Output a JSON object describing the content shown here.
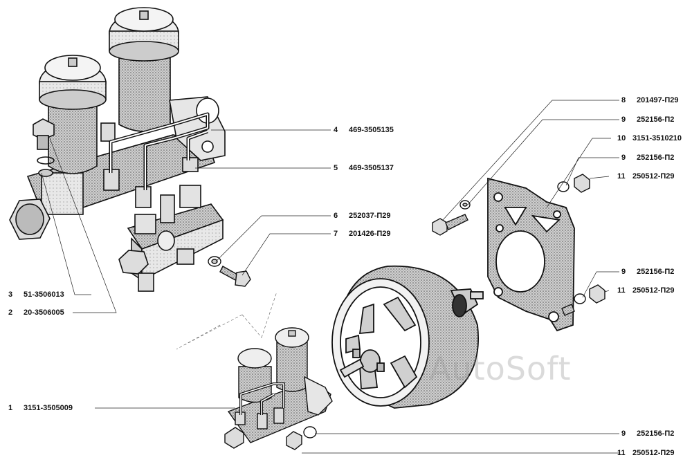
{
  "watermark": "AutoSoft",
  "callouts": [
    {
      "id": "c1",
      "num": "1",
      "code": "3151-3505009"
    },
    {
      "id": "c2",
      "num": "2",
      "code": "20-3506005"
    },
    {
      "id": "c3",
      "num": "3",
      "code": "51-3506013"
    },
    {
      "id": "c4",
      "num": "4",
      "code": "469-3505135"
    },
    {
      "id": "c5",
      "num": "5",
      "code": "469-3505137"
    },
    {
      "id": "c6",
      "num": "6",
      "code": "252037-П29"
    },
    {
      "id": "c7",
      "num": "7",
      "code": "201426-П29"
    },
    {
      "id": "c8",
      "num": "8",
      "code": "201497-П29"
    },
    {
      "id": "c9a",
      "num": "9",
      "code": "252156-П2"
    },
    {
      "id": "c10",
      "num": "10",
      "code": "3151-3510210"
    },
    {
      "id": "c9b",
      "num": "9",
      "code": "252156-П2"
    },
    {
      "id": "c11a",
      "num": "11",
      "code": "250512-П29"
    },
    {
      "id": "c9c",
      "num": "9",
      "code": "252156-П2"
    },
    {
      "id": "c11b",
      "num": "11",
      "code": "250512-П29"
    },
    {
      "id": "c9d",
      "num": "9",
      "code": "252156-П2"
    },
    {
      "id": "c11c",
      "num": "11",
      "code": "250512-П29"
    }
  ]
}
